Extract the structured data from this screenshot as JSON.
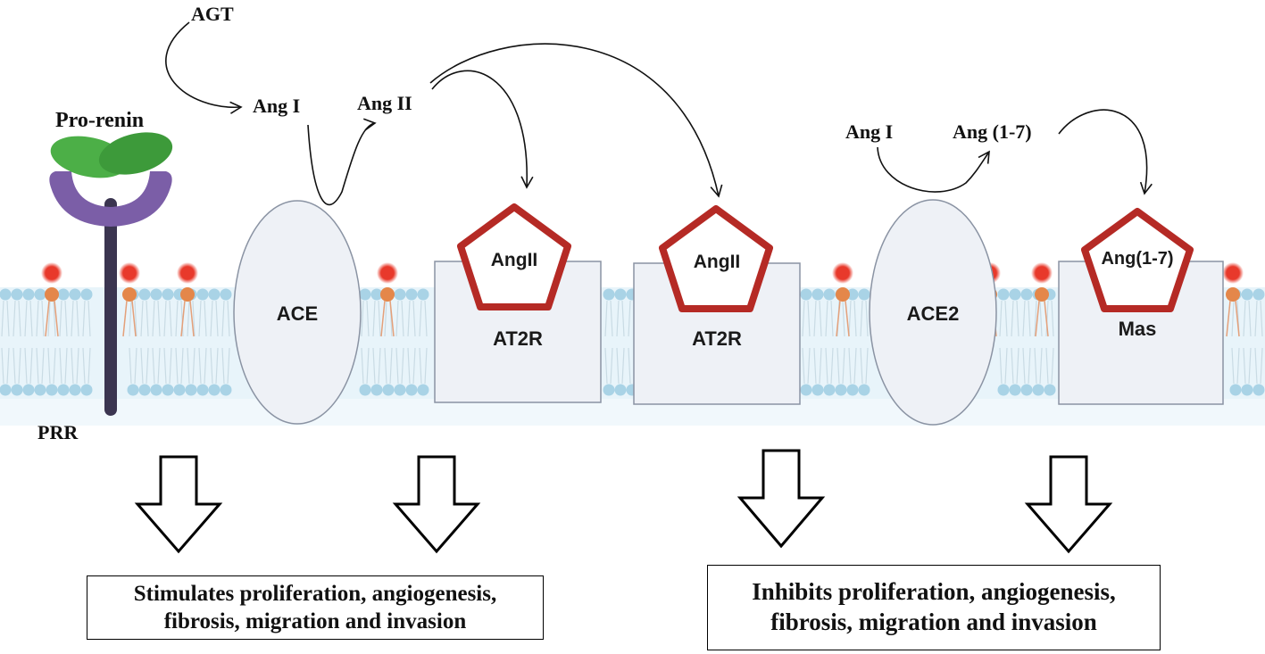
{
  "labels": {
    "agt": "AGT",
    "pro_renin": "Pro-renin",
    "prr": "PRR",
    "ang_i_left": "Ang I",
    "ang_ii": "Ang II",
    "ang_i_right": "Ang I",
    "ang_1_7": "Ang (1-7)"
  },
  "receptors": {
    "ace": "ACE",
    "ace2": "ACE2",
    "at2r_1": "AT2R",
    "at2r_2": "AT2R",
    "mas": "Mas"
  },
  "ligands": {
    "angii_1": "AngII",
    "angii_2": "AngII",
    "ang_1_7": "Ang(1-7)"
  },
  "outcomes": {
    "stimulates": {
      "line1": "Stimulates proliferation, angiogenesis,",
      "line2": "fibrosis, migration and invasion"
    },
    "inhibits": {
      "line1": "Inhibits proliferation, angiogenesis,",
      "line2": "fibrosis, migration and invasion"
    }
  },
  "colors": {
    "membrane_head": "#a9d3e6",
    "membrane_band": "#e6f3fa",
    "pentagon_stroke": "#b52a25",
    "pro_renin_green": "#4caf47",
    "prr_purple": "#7b5ea7",
    "prr_stem": "#3b3550",
    "receptor_fill": "#eef1f6",
    "receptor_stroke": "#8a93a3",
    "red_head": "#e8392b",
    "orange_head": "#e4874a"
  }
}
